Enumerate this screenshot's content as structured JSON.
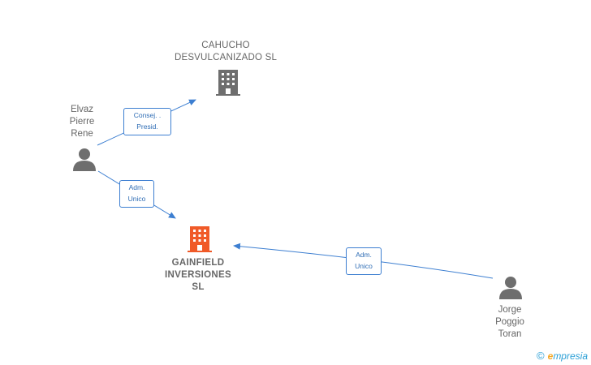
{
  "nodes": {
    "cahucho": {
      "lines": [
        "CAHUCHO",
        "DESVULCANIZADO SL"
      ],
      "icon": "building-icon",
      "color": "#666666"
    },
    "gainfield": {
      "lines": [
        "GAINFIELD",
        "INVERSIONES",
        "SL"
      ],
      "icon": "building-icon",
      "color": "#f05a28"
    },
    "elvaz": {
      "lines": [
        "Elvaz",
        "Pierre",
        "Rene"
      ],
      "icon": "person-icon",
      "color": "#666666"
    },
    "jorge": {
      "lines": [
        "Jorge",
        "Poggio",
        "Toran"
      ],
      "icon": "person-icon",
      "color": "#666666"
    }
  },
  "edges": {
    "elvaz_cahucho": {
      "lines": [
        "Consej. .",
        "Presid."
      ]
    },
    "elvaz_gainfield": {
      "lines": [
        "Adm.",
        "Unico"
      ]
    },
    "jorge_gainfield": {
      "lines": [
        "Adm.",
        "Unico"
      ]
    }
  },
  "colors": {
    "edge": "#3d7fd1",
    "accent": "#f05a28",
    "neutral": "#666666"
  },
  "footer": {
    "copyright": "©",
    "brand_initial": "e",
    "brand_rest": "mpresia"
  }
}
